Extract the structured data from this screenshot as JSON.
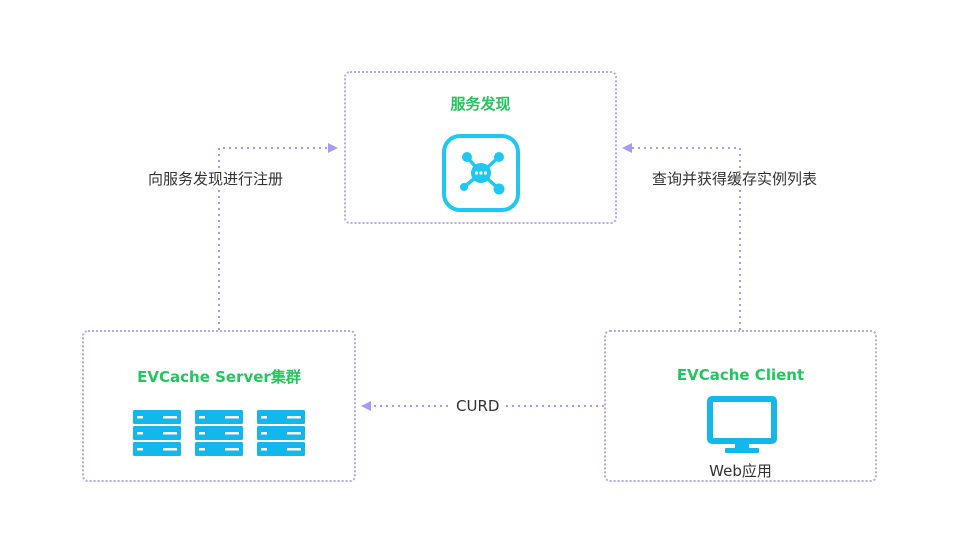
{
  "nodes": {
    "discovery": {
      "title": "服务发现",
      "icon": "service-discovery-hub-icon"
    },
    "server_cluster": {
      "title": "EVCache Server集群",
      "icon": "server-rack-icon"
    },
    "client": {
      "title": "EVCache Client",
      "icon": "monitor-icon",
      "caption": "Web应用"
    }
  },
  "edges": {
    "register": "向服务发现进行注册",
    "query": "查询并获得缓存实例列表",
    "curd": "CURD"
  },
  "colors": {
    "border": "#b7a8f0",
    "arrow": "#a79af5",
    "title": "#22c55e",
    "icon": "#1ec8f0",
    "server": "#12b8ec"
  }
}
